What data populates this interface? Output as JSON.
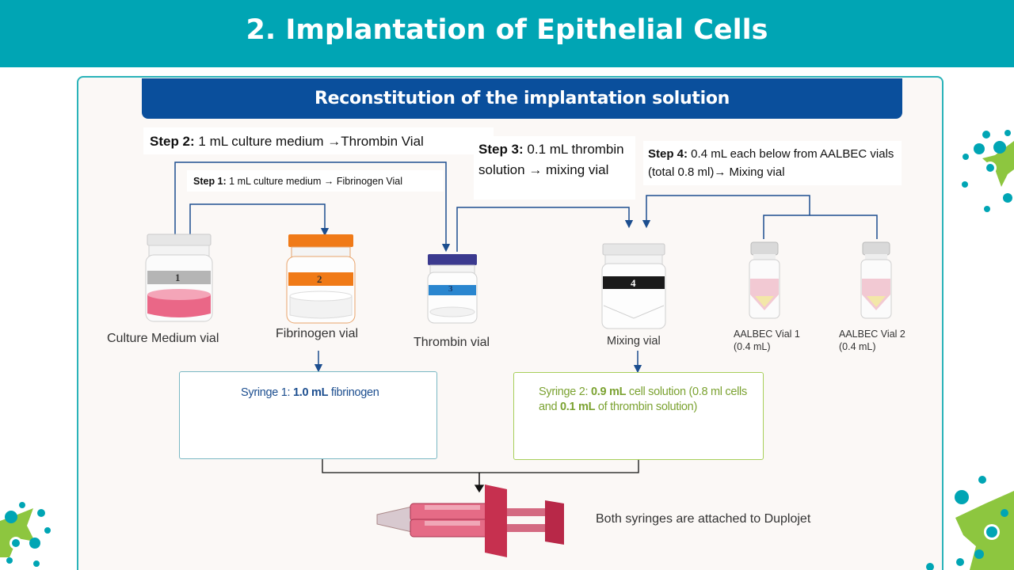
{
  "slide": {
    "title": "2. Implantation of Epithelial Cells",
    "banner": "Reconstitution of the implantation solution"
  },
  "steps": {
    "step2": {
      "label": "Step 2:",
      "text": " 1 mL culture medium →Thrombin Vial"
    },
    "step1": {
      "label": "Step 1:",
      "text": " 1 mL culture medium → Fibrinogen Vial"
    },
    "step3": {
      "label": "Step 3:",
      "text": " 0.1 mL thrombin solution → mixing vial"
    },
    "step4": {
      "label": "Step 4:",
      "text": " 0.4 mL each below from AALBEC vials (total 0.8 ml)→ Mixing vial"
    }
  },
  "vials": {
    "v1": {
      "label": "Culture Medium vial",
      "number": "1",
      "band_color": "#b5b5b5",
      "cap_color": "#e5e5e5",
      "liquid_color": "#e8577a"
    },
    "v2": {
      "label": "Fibrinogen vial",
      "number": "2",
      "band_color": "#f07a17",
      "cap_color": "#f07a17",
      "liquid_color": "#f4f4f4"
    },
    "v3": {
      "label": "Thrombin vial",
      "number": "3",
      "band_color": "#2a86cf",
      "cap_color": "#3b3a8f",
      "liquid_color": "#f4f4f4"
    },
    "v4": {
      "label": "Mixing vial",
      "number": "4",
      "band_color": "#1a1a1a",
      "cap_color": "#e5e5e5",
      "liquid_color": "#f4f4f4"
    },
    "a1": {
      "label_line1": "AALBEC Vial 1",
      "label_line2": "(0.4 mL)"
    },
    "a2": {
      "label_line1": "AALBEC Vial 2",
      "label_line2": "(0.4 mL)"
    }
  },
  "syringes": {
    "s1": {
      "pre": "Syringe 1: ",
      "bold": "1.0 mL",
      "post": " fibrinogen"
    },
    "s2": {
      "pre": "Syringe 2: ",
      "bold1": "0.9 mL",
      "mid": " cell solution (0.8 ml cells and ",
      "bold2": "0.1 mL",
      "post": " of thrombin solution)"
    }
  },
  "duplojet": {
    "label": "Both syringes are attached to Duplojet"
  },
  "colors": {
    "title_bar": "#00a5b4",
    "banner": "#0a4f9c",
    "arrow": "#1c4e8f",
    "accent_green": "#8dc63f",
    "accent_teal": "#00a5b4"
  }
}
